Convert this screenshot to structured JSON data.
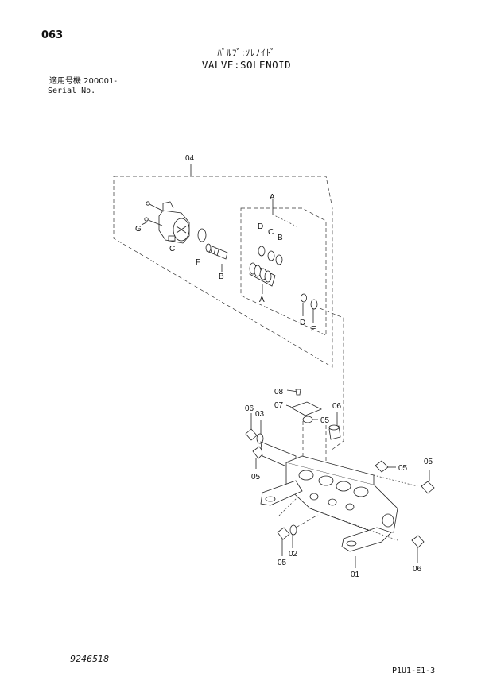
{
  "page": {
    "number": "063",
    "title_jp": "ﾊﾞﾙﾌﾞ:ｿﾚﾉｲﾄﾞ",
    "title_en": "VALVE:SOLENOID",
    "serial_jp": "適用号機  200001-",
    "serial_en": "Serial No.",
    "drawing_code": "9246518",
    "page_ref": "P1U1-E1-3"
  },
  "callouts": {
    "c04": "04",
    "A_top": "A",
    "D_top": "D",
    "C_top": "C",
    "B_top": "B",
    "G": "G",
    "C_left": "C",
    "F": "F",
    "B_mid": "B",
    "A_mid": "A",
    "D_low": "D",
    "E": "E",
    "c08": "08",
    "c07": "07",
    "c05_center": "05",
    "c06_left": "06",
    "c03": "03",
    "c06_right": "06",
    "c05_left": "05",
    "c05_right": "05",
    "c05_far_right": "05",
    "c02": "02",
    "c05_bottom": "05",
    "c01": "01",
    "c06_bottom": "06"
  }
}
